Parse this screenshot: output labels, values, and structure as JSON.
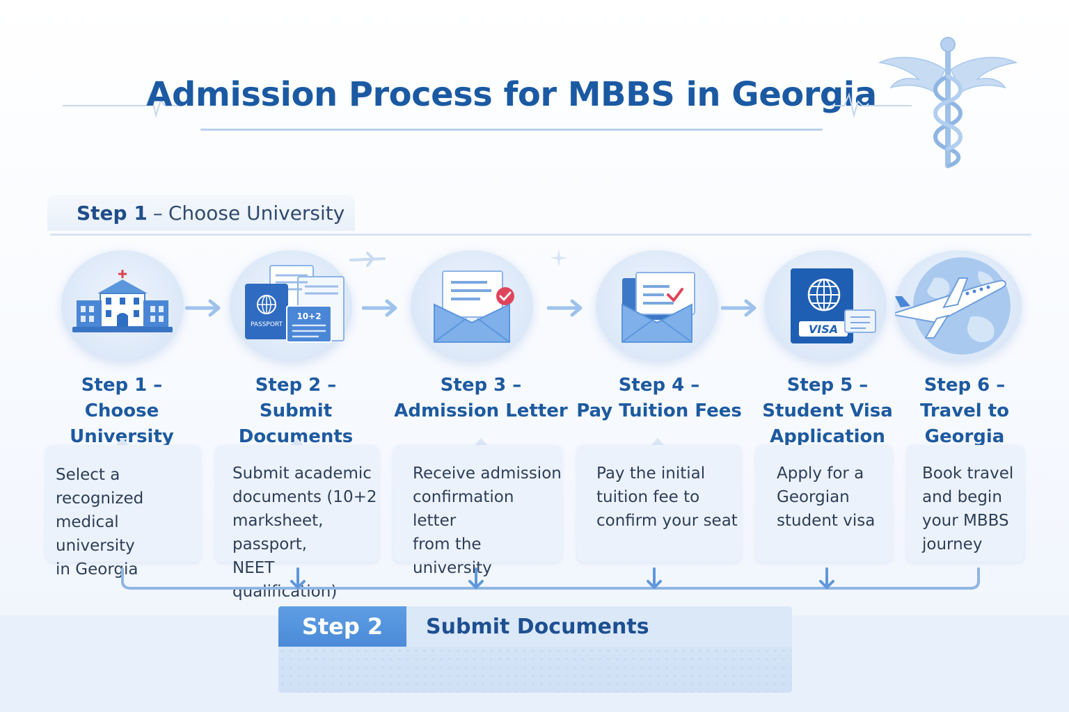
{
  "title": "Admission Process for MBBS in Georgia",
  "top_tab": {
    "step": "Step 1",
    "separator": "–",
    "label": "Choose University"
  },
  "steps": [
    {
      "heading_line1": "Step 1 –",
      "heading_line2": "Choose University",
      "heading_line3": "",
      "icon": "university-building-icon",
      "desc": [
        "Select a recognized",
        "medical university",
        "in Georgia",
        ""
      ]
    },
    {
      "heading_line1": "Step 2 –",
      "heading_line2": "Submit Documents",
      "heading_line3": "",
      "icon": "passport-documents-icon",
      "icon_text": {
        "passport": "PASSPORT",
        "marksheet": "10+2"
      },
      "desc": [
        "Submit academic",
        "documents (10+2",
        "marksheet, passport,",
        "NEET qualification)"
      ]
    },
    {
      "heading_line1": "Step 3 –",
      "heading_line2": "Admission Letter",
      "heading_line3": "",
      "icon": "envelope-letter-icon",
      "desc": [
        "Receive admission",
        "confirmation letter",
        "from the university",
        ""
      ]
    },
    {
      "heading_line1": "Step 4 –",
      "heading_line2": "Pay Tuition Fees",
      "heading_line3": "",
      "icon": "envelope-check-icon",
      "desc": [
        "Pay the initial",
        "tuition fee to",
        "confirm your seat",
        ""
      ]
    },
    {
      "heading_line1": "Step 5 –",
      "heading_line2": "Student Visa",
      "heading_line3": "Application",
      "icon": "visa-passport-icon",
      "icon_text": {
        "visa": "VISA"
      },
      "desc": [
        "Apply for a",
        "Georgian",
        "student visa",
        ""
      ]
    },
    {
      "heading_line1": "Step 6 –",
      "heading_line2": "Travel to",
      "heading_line3": "Georgia",
      "icon": "airplane-globe-icon",
      "desc": [
        "Book travel",
        "and begin",
        "your MBBS",
        "journey"
      ]
    }
  ],
  "bottom_banner": {
    "step": "Step 2",
    "label": "Submit Documents"
  },
  "colors": {
    "primary": "#1b5aa3",
    "accent": "#4a8ad8",
    "light": "#ecf2fb",
    "check": "#e0445a"
  }
}
